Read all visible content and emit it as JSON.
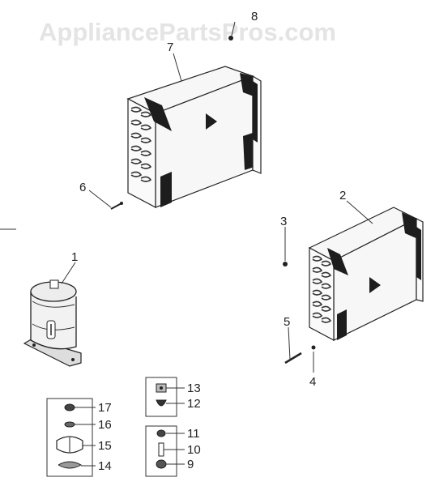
{
  "watermark": "AppliancePartsPros.com",
  "callouts": [
    {
      "id": "1",
      "label": "1"
    },
    {
      "id": "2",
      "label": "2"
    },
    {
      "id": "3",
      "label": "3"
    },
    {
      "id": "4",
      "label": "4"
    },
    {
      "id": "5",
      "label": "5"
    },
    {
      "id": "6",
      "label": "6"
    },
    {
      "id": "7",
      "label": "7"
    },
    {
      "id": "8",
      "label": "8"
    },
    {
      "id": "9",
      "label": "9"
    },
    {
      "id": "10",
      "label": "10"
    },
    {
      "id": "11",
      "label": "11"
    },
    {
      "id": "12",
      "label": "12"
    },
    {
      "id": "13",
      "label": "13"
    },
    {
      "id": "14",
      "label": "14"
    },
    {
      "id": "15",
      "label": "15"
    },
    {
      "id": "16",
      "label": "16"
    },
    {
      "id": "17",
      "label": "17"
    }
  ]
}
